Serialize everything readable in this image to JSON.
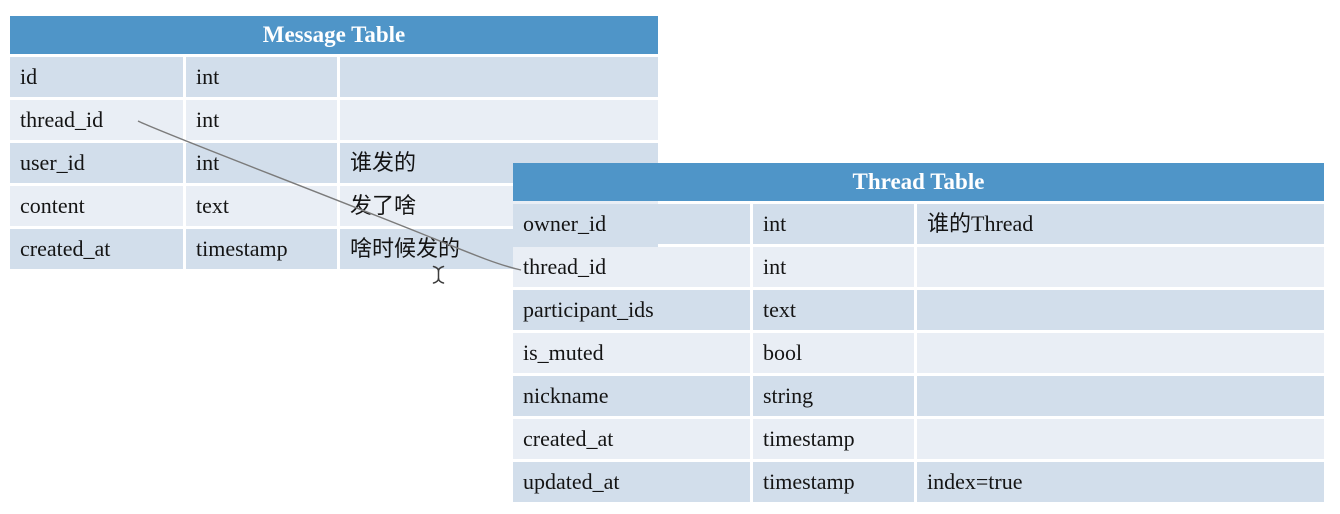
{
  "colors": {
    "header_bg": "#4f95c8",
    "header_text": "#ffffff",
    "row_dark": "#d2deeb",
    "row_light": "#e9eef5",
    "body_text": "#141414",
    "connector_line": "#7b7b7b",
    "background": "#ffffff"
  },
  "diagram": {
    "tables": [
      {
        "title": "Message Table",
        "rows": [
          {
            "field": "id",
            "type": "int",
            "comment": ""
          },
          {
            "field": "thread_id",
            "type": "int",
            "comment": ""
          },
          {
            "field": "user_id",
            "type": "int",
            "comment": "谁发的"
          },
          {
            "field": "content",
            "type": "text",
            "comment": "发了啥"
          },
          {
            "field": "created_at",
            "type": "timestamp",
            "comment": "啥时候发的"
          }
        ]
      },
      {
        "title": "Thread Table",
        "rows": [
          {
            "field": "owner_id",
            "type": "int",
            "comment": "谁的Thread"
          },
          {
            "field": "thread_id",
            "type": "int",
            "comment": ""
          },
          {
            "field": "participant_ids",
            "type": "text",
            "comment": ""
          },
          {
            "field": "is_muted",
            "type": "bool",
            "comment": ""
          },
          {
            "field": "nickname",
            "type": "string",
            "comment": ""
          },
          {
            "field": "created_at",
            "type": "timestamp",
            "comment": ""
          },
          {
            "field": "updated_at",
            "type": "timestamp",
            "comment": "index=true"
          }
        ]
      }
    ],
    "connector": {
      "from_table": "Message Table",
      "from_field": "thread_id",
      "to_table": "Thread Table",
      "to_field": "thread_id"
    },
    "cursor": "text-ibeam"
  }
}
